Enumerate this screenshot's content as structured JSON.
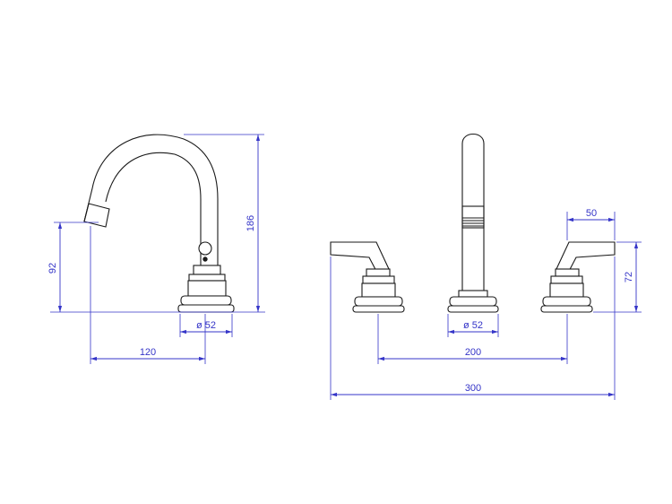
{
  "dimensions": {
    "side_height": "186",
    "spout_height": "92",
    "side_diameter": "ø 52",
    "spout_reach": "120",
    "handle_width": "50",
    "handle_height": "72",
    "center_diameter": "ø 52",
    "handle_spacing": "200",
    "overall_width": "300"
  },
  "colors": {
    "outline": "#1a1a1a",
    "dimension": "#3535c8",
    "background": "#ffffff"
  }
}
